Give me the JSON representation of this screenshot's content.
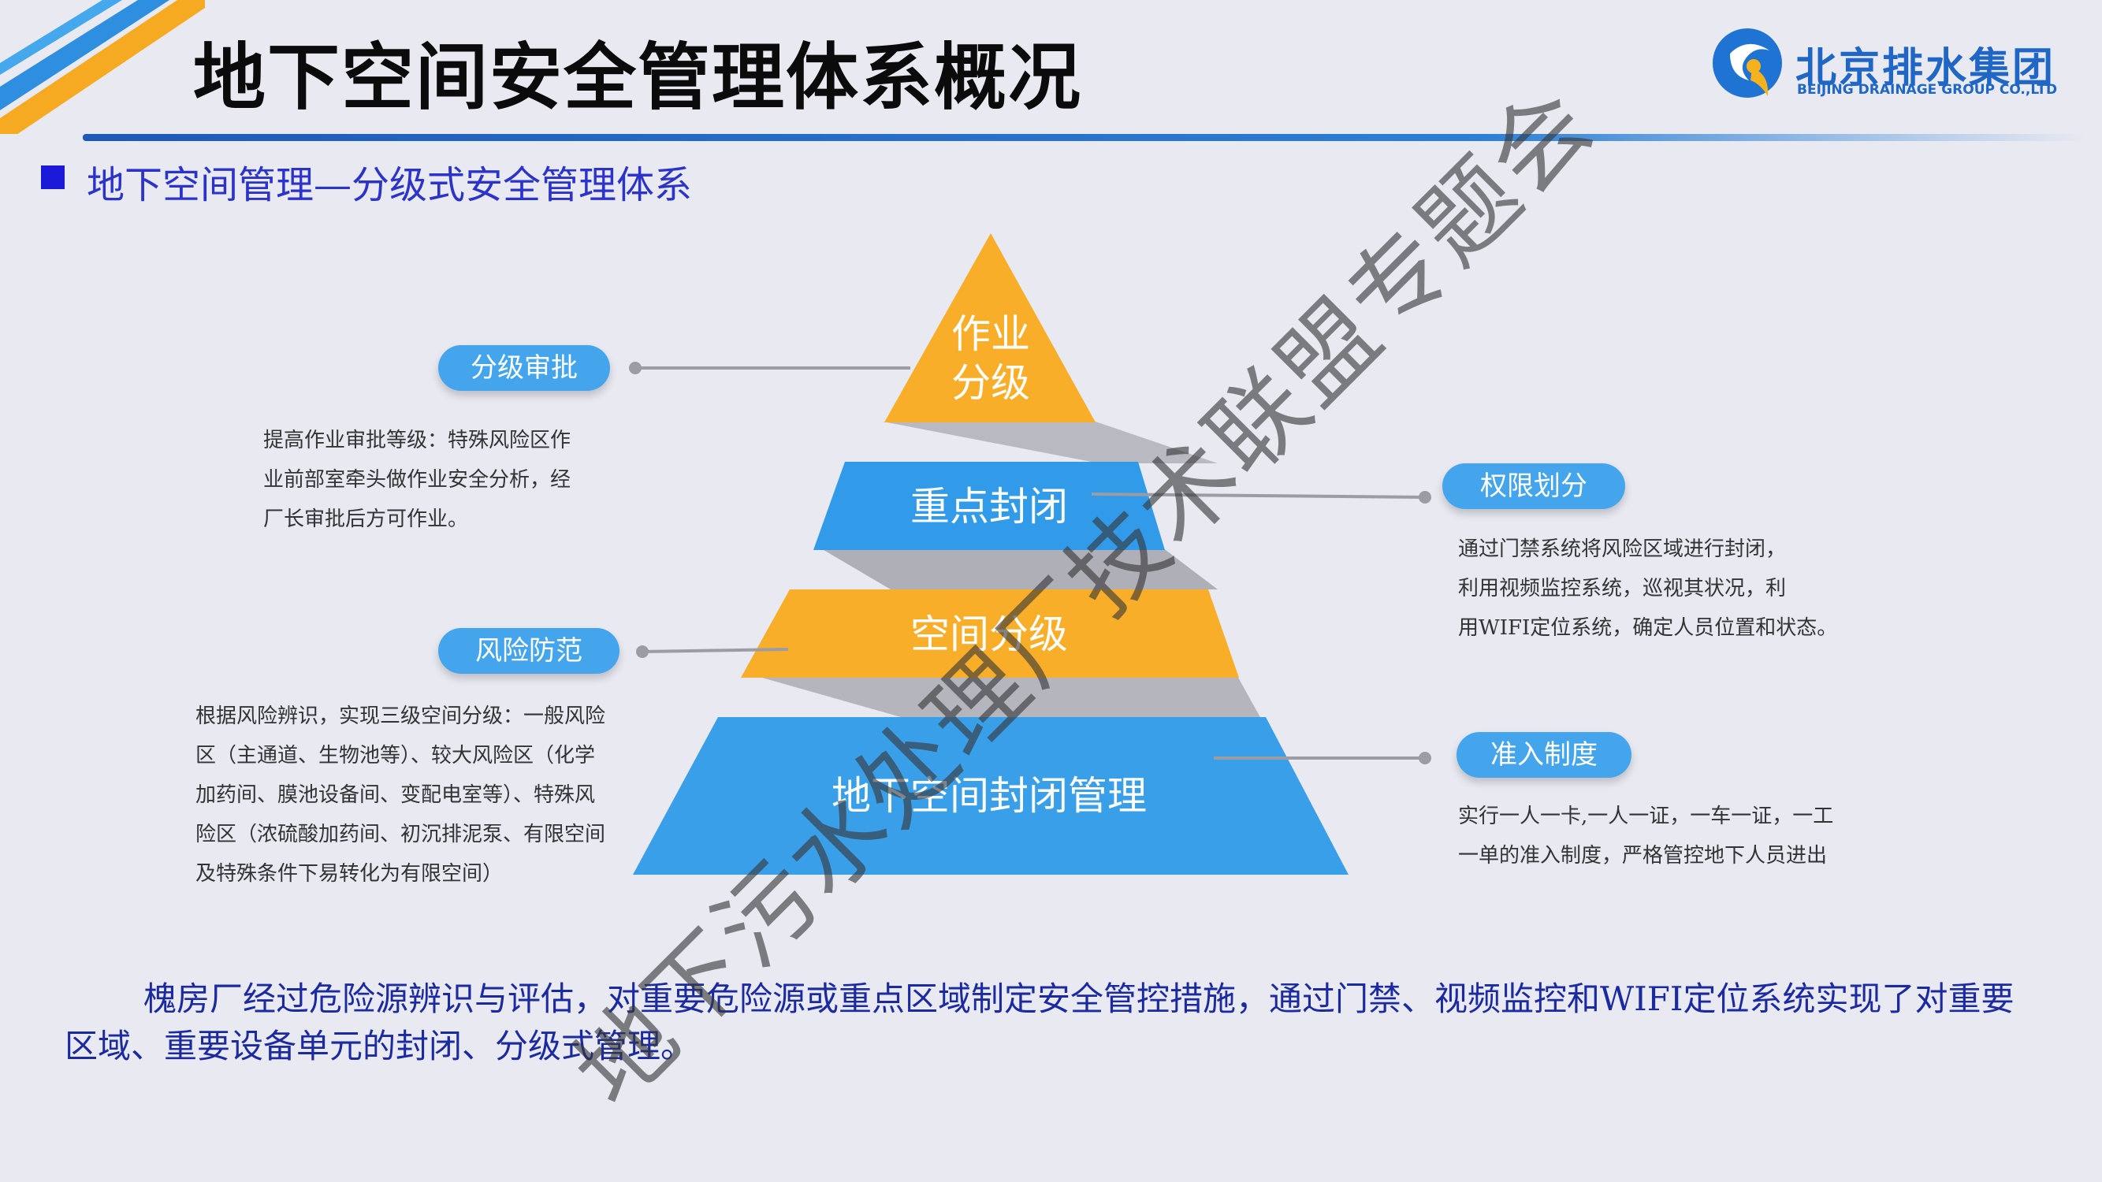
{
  "header": {
    "title": "地下空间安全管理体系概况",
    "logo_cn": "北京排水集团",
    "logo_en": "BEIJING DRAINAGE GROUP CO.,LTD"
  },
  "subtitle": "地下空间管理—分级式安全管理体系",
  "pyramid": {
    "level1_line1": "作业",
    "level1_line2": "分级",
    "level2": "重点封闭",
    "level3": "空间分级",
    "level4": "地下空间封闭管理"
  },
  "callouts": {
    "approval": {
      "label": "分级审批",
      "lines": [
        "提高作业审批等级：特殊风险区作",
        "业前部室牵头做作业安全分析，经",
        "厂长审批后方可作业。"
      ]
    },
    "permission": {
      "label": "权限划分",
      "lines": [
        "通过门禁系统将风险区域进行封闭，",
        "利用视频监控系统，巡视其状况，利",
        "用WIFI定位系统，确定人员位置和状态。"
      ]
    },
    "risk": {
      "label": "风险防范",
      "lines": [
        "根据风险辨识，实现三级空间分级：一般风险",
        "区（主通道、生物池等）、较大风险区（化学",
        "加药间、膜池设备间、变配电室等）、特殊风",
        "险区（浓硫酸加药间、初沉排泥泵、有限空间",
        "及特殊条件下易转化为有限空间）"
      ]
    },
    "access": {
      "label": "准入制度",
      "lines": [
        "实行一人一卡,一人一证，一车一证，一工",
        "一单的准入制度，严格管控地下人员进出"
      ]
    }
  },
  "conclusion": "槐房厂经过危险源辨识与评估，对重要危险源或重点区域制定安全管控措施，通过门禁、视频监控和WIFI定位系统实现了对重要区域、重要设备单元的封闭、分级式管理。",
  "watermark": "地下污水处理厂技术联盟专题会",
  "colors": {
    "background": "#e8e9f1",
    "orange": "#f8ae29",
    "blue": "#2f9ae8",
    "title_blue": "#2b33c9",
    "text_blue": "#1c2aa0"
  }
}
